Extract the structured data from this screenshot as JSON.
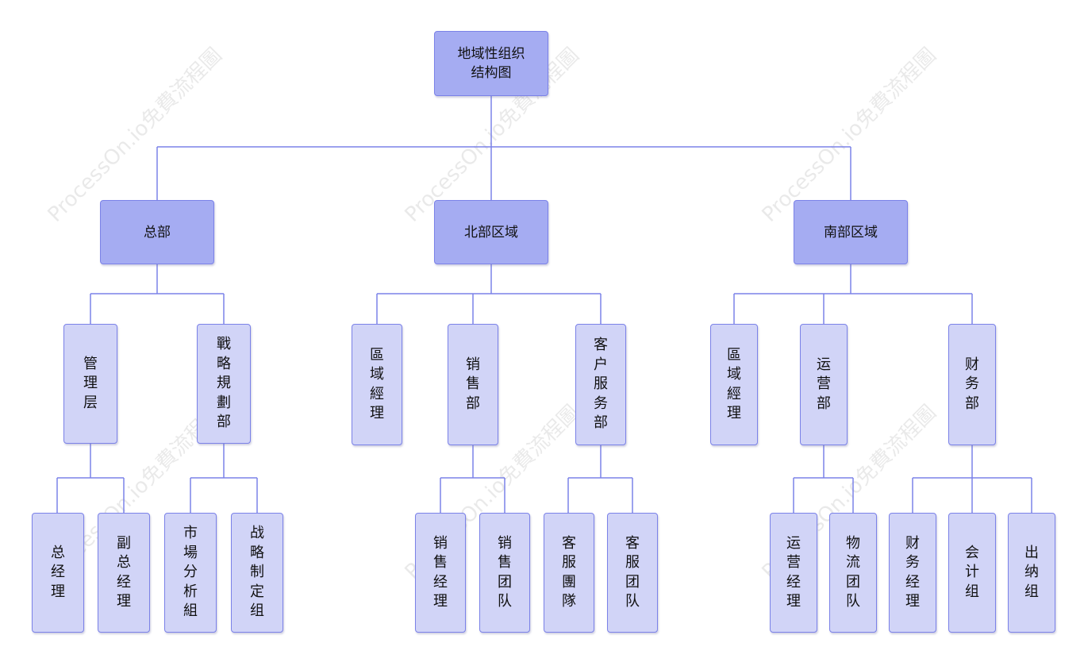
{
  "watermark": "ProcessOn.io免費流程圖",
  "nodes": {
    "root": [
      "地域性组织",
      "结构图"
    ],
    "hq": "总部",
    "north": "北部区域",
    "south": "南部区域",
    "management": "管理层",
    "strategy_dept": "戰略規劃部",
    "general_manager": "总经理",
    "deputy_gm": "副总经理",
    "market_analysis": "市場分析組",
    "strategy_team": "战略制定组",
    "north_regional_manager": "區域經理",
    "north_sales": "销售部",
    "north_customer_service": "客户服务部",
    "sales_manager": "销售经理",
    "sales_team": "销售团队",
    "cs_team_trad": "客服團隊",
    "cs_team": "客服团队",
    "south_regional_manager": "區域經理",
    "south_operations": "运营部",
    "south_finance": "财务部",
    "ops_manager": "运营经理",
    "logistics_team": "物流团队",
    "finance_manager": "财务经理",
    "accounting_team": "会计组",
    "cashier_team": "出纳组"
  }
}
